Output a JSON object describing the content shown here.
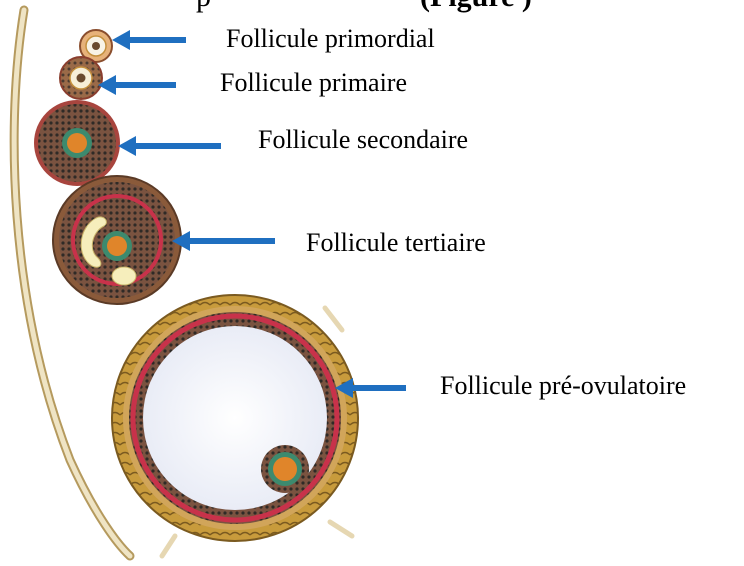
{
  "header": {
    "text_normal": "p",
    "text_bold": "(Figure )"
  },
  "labels": {
    "primordial": "Follicule primordial",
    "primaire": "Follicule primaire",
    "secondaire": "Follicule secondaire",
    "tertiaire": "Follicule tertiaire",
    "preovulatoire": "Follicule pré-ovulatoire"
  },
  "colors": {
    "arrow": "#1f6fc0",
    "theca_outer": "#c89b3c",
    "theca_red": "#c8324a",
    "granulosa": "#6e4a38",
    "oocyte": "#e0852a",
    "antrum": "#f3f5fb",
    "ovary_edge": "#e7dcb8"
  }
}
